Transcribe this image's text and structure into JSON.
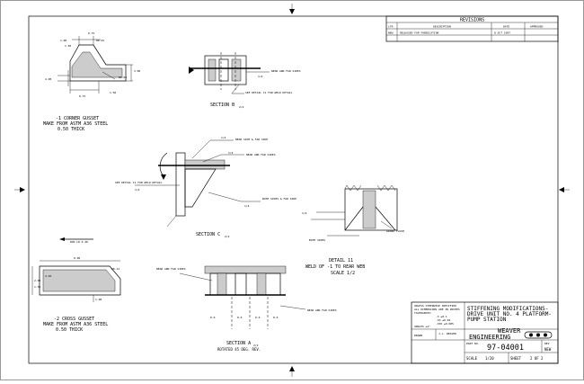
{
  "revisions": {
    "title": "REVISIONS",
    "headers": [
      "LTR",
      "DESCRIPTION",
      "DATE",
      "APPROVED"
    ],
    "rows": [
      {
        "ltr": "NEW",
        "description": "RELEASED FOR FABRICATION",
        "date": "8 OCT 1997",
        "approved": ""
      }
    ]
  },
  "views": {
    "corner_gusset": {
      "title_line1": "-1 CORNER GUSSET",
      "title_line2": "MAKE FROM ASTM A36 STEEL",
      "title_line3": "0.50 THICK",
      "dims": [
        "1.00",
        "0.75",
        "1.50",
        "R0.25",
        "R1.00",
        "3.00",
        "4.00",
        "1.50",
        "0.75"
      ]
    },
    "section_b": {
      "title": "SECTION B",
      "sheet_ref": "2/2",
      "note1": "NEAR AND FAR SIDES",
      "note2": "SEE DETAIL 11 FOR WELD DETAIL",
      "weld": "1/4"
    },
    "section_c": {
      "title": "SECTION C",
      "sheet_ref": "2/2",
      "notes": [
        "NEAR SIDE & FAR SIDE",
        "NEAR AND FAR SIDES",
        "SEE DETAIL 11 FOR WELD DETAIL",
        "BOTH SIDES & FAR SIDE"
      ],
      "welds": [
        "1/4",
        "1/4",
        "1/4",
        "1/4"
      ]
    },
    "detail_11": {
      "title_line1": "DETAIL 11",
      "title_line2": "WELD OF -1 TO REAR WEB",
      "title_line3": "SCALE 1/2",
      "notes": [
        "BOTH SIDES",
        "GRIND FLUSH"
      ],
      "weld": "1/4"
    },
    "cross_gusset": {
      "title_line1": "-2 CROSS GUSSET",
      "title_line2": "MAKE FROM ASTM A36 STEEL",
      "title_line3": "0.50 THICK",
      "note": "ROD LR 0.40",
      "dims": [
        "6.00",
        "4.50",
        "2.00",
        "1.50",
        "1.00",
        "R0.12"
      ]
    },
    "section_a": {
      "title": "SECTION A",
      "sheet_ref": "2/2",
      "subtitle": "ROTATED 45 DEG. REV.",
      "notes": [
        "NEAR AND FAR SIDES",
        "NEAR AND FAR SIDES"
      ],
      "dims": [
        "0.6",
        "0.6",
        "0.6",
        "0.6"
      ]
    }
  },
  "title_block": {
    "tolerances": [
      "UNLESS OTHERWISE SPECIFIED",
      "ALL DIMENSIONS ARE IN INCHES",
      "TOLERANCES:",
      ".X   ±0.1",
      ".XX  ±0.02",
      ".XXX ±0.005",
      "ANGLES ±1°"
    ],
    "drawing_title": [
      "STIFFENING MODIFICATIONS-",
      "DRIVE UNIT NO. 4 PLATFORM-",
      "PUMP STATION"
    ],
    "company_line1": "WEAVER",
    "company_line2": "ENGINEERING",
    "drawn_label": "DRAWN",
    "drawn_value": "J.L. WEAVER",
    "part_no_label": "PART NO.",
    "part_no": "97-04001",
    "rev_label": "REV",
    "rev_value": "NEW",
    "scale_label": "SCALE",
    "scale_value": "1/20",
    "sheet_label": "SHEET",
    "sheet_value": "2 OF 2"
  }
}
